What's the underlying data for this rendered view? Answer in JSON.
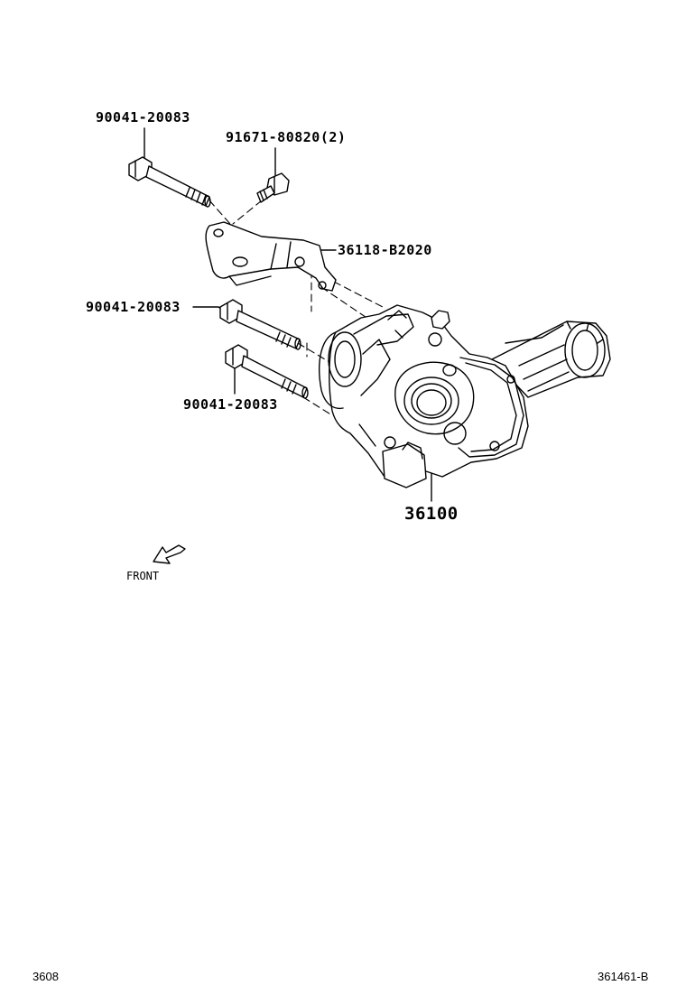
{
  "parts": {
    "bolt_top": "90041-20083",
    "bolt_small": "91671-80820(2)",
    "bracket": "36118-B2020",
    "bolt_middle": "90041-20083",
    "bolt_lower": "90041-20083",
    "assembly": "36100"
  },
  "direction_label": "FRONT",
  "footer": {
    "left": "3608",
    "right": "361461-B"
  }
}
